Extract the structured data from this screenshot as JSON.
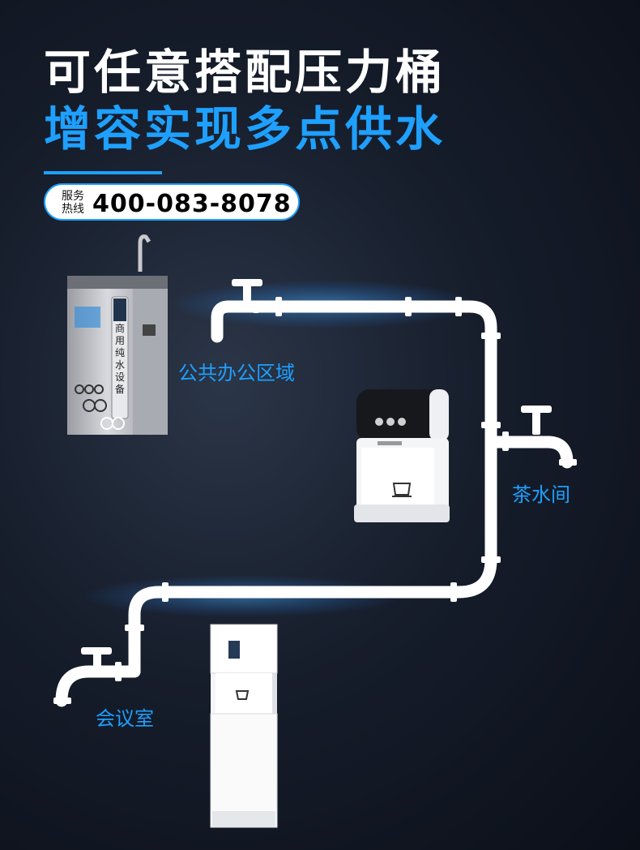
{
  "headline": {
    "line1": "可任意搭配压力桶",
    "line2": "增容实现多点供水"
  },
  "hotline": {
    "label": "服务热线",
    "number": "400-083-8078"
  },
  "zones": {
    "public_office": "公共办公区域",
    "tea_room": "茶水间",
    "meeting_room": "会议室"
  },
  "machine_label": "商用纯水设备",
  "colors": {
    "accent": "#1ea0ff",
    "pipe": "#ffffff",
    "background": "#141a26"
  }
}
